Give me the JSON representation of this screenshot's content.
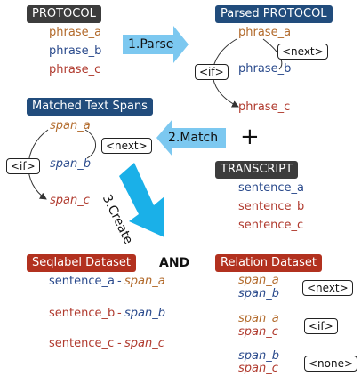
{
  "protocol": {
    "title": "PROTOCOL",
    "phrases": [
      "phrase_a",
      "phrase_b",
      "phrase_c"
    ]
  },
  "parsed": {
    "title": "Parsed PROTOCOL",
    "phrases": [
      "phrase_a",
      "phrase_b",
      "phrase_c"
    ],
    "next_tag": "<next>",
    "if_tag": "<if>"
  },
  "matched": {
    "title": "Matched Text Spans",
    "spans": [
      "span_a",
      "span_b",
      "span_c"
    ],
    "next_tag": "<next>",
    "if_tag": "<if>"
  },
  "transcript": {
    "title": "TRANSCRIPT",
    "sentences": [
      "sentence_a",
      "sentence_b",
      "sentence_c"
    ]
  },
  "steps": {
    "parse": "1.Parse",
    "match": "2.Match",
    "create": "3.Create"
  },
  "symbols": {
    "plus": "+",
    "and": "AND"
  },
  "seqlabel": {
    "title": "Seqlabel Dataset",
    "rows": [
      {
        "sentence": "sentence_a",
        "dash": "-",
        "span": "span_a"
      },
      {
        "sentence": "sentence_b",
        "dash": "-",
        "span": "span_b"
      },
      {
        "sentence": "sentence_c",
        "dash": "-",
        "span": "span_c"
      }
    ]
  },
  "relation": {
    "title": "Relation Dataset",
    "rows": [
      {
        "first": "span_a",
        "second": "span_b",
        "tag": "<next>"
      },
      {
        "first": "span_a",
        "second": "span_c",
        "tag": "<if>"
      },
      {
        "first": "span_b",
        "second": "span_c",
        "tag": "<none>"
      }
    ]
  },
  "colors": {
    "span_a": "#b26a2b",
    "span_b": "#2a4a8c",
    "span_c": "#b03a2e",
    "arrow": "#7cc8f0",
    "create_arrow": "#1ab0e8"
  }
}
